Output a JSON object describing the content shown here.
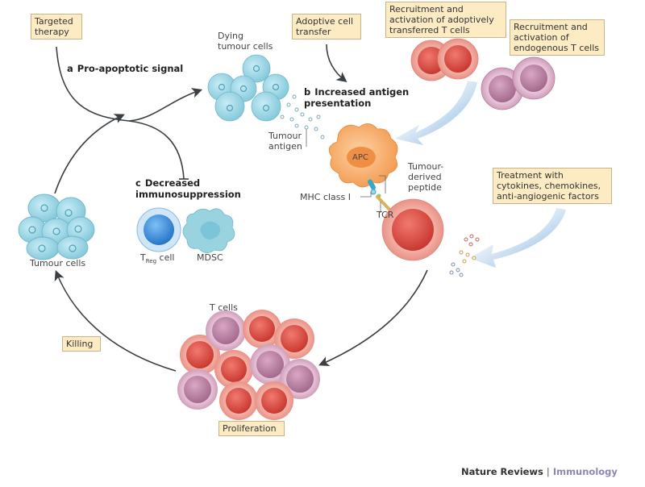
{
  "boxes": {
    "targeted_therapy": "Targeted therapy",
    "adoptive_cell_transfer": "Adoptive cell transfer",
    "recruit_adoptive": "Recruitment and activation of adoptively transferred T cells",
    "recruit_endogenous": "Recruitment and activation of endogenous T cells",
    "treatment": "Treatment with cytokines, chemokines, anti-angiogenic factors",
    "killing": "Killing",
    "proliferation": "Proliferation"
  },
  "steps": {
    "a": {
      "letter": "a",
      "text": "Pro-apoptotic signal"
    },
    "b": {
      "letter": "b",
      "text": "Increased antigen presentation"
    },
    "c": {
      "letter": "c",
      "text": "Decreased immunosuppression"
    }
  },
  "labels": {
    "dying_tumour_cells": "Dying tumour cells",
    "tumour_antigen": "Tumour antigen",
    "apc": "APC",
    "tumour_derived_peptide": "Tumour-derived peptide",
    "mhc_class_i": "MHC class I",
    "tcr": "TCR",
    "tumour_cells": "Tumour cells",
    "treg_main": "T",
    "treg_sub": "Reg",
    "treg_suffix": " cell",
    "mdsc": "MDSC",
    "t_cells": "T cells"
  },
  "footer": {
    "publisher": "Nature Reviews",
    "separator": "|",
    "journal": "Immunology"
  },
  "colors": {
    "box_fill": "#fdebc4",
    "tumour_cell": "#8fd0e0",
    "apc": "#f5a662",
    "t_cell_red": "#d9534f",
    "t_cell_purple": "#b37a9c",
    "treg": "#3b8ed8",
    "arrow_blue": "#5b9bd5",
    "journal": "#8e86b8"
  }
}
